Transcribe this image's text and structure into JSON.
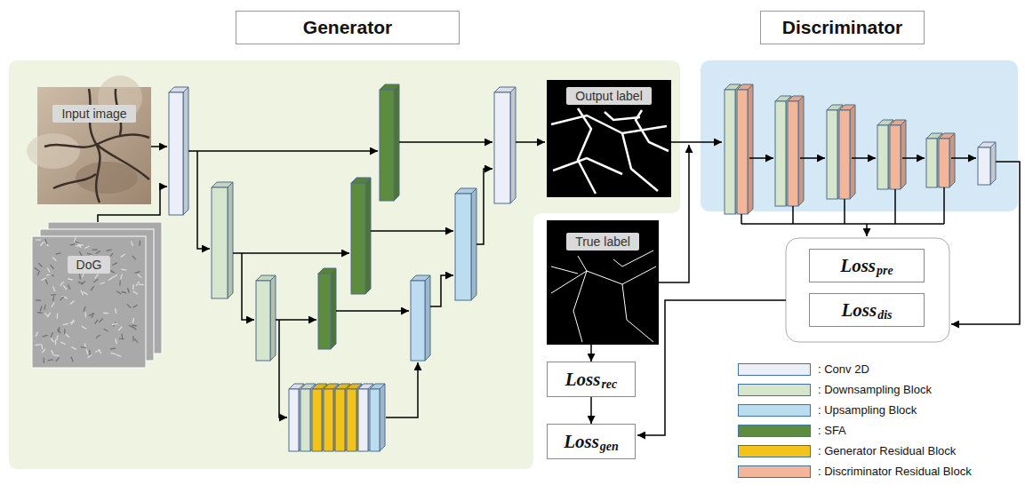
{
  "diagram": {
    "nodes": [
      {
        "text": [
          "Generator"
        ]
      },
      {
        "text": [
          "Discriminator"
        ]
      },
      {
        "text": [
          "Input image"
        ]
      },
      {
        "text": [
          "DoG"
        ]
      },
      {
        "text": [
          "Output label"
        ]
      },
      {
        "text": [
          "True label"
        ]
      },
      {
        "text": [
          "Loss",
          "rec"
        ]
      },
      {
        "text": [
          "Loss",
          "gen"
        ]
      },
      {
        "text": [
          "Loss",
          "pre"
        ]
      },
      {
        "text": [
          "Loss",
          "dis"
        ]
      }
    ],
    "edges": [
      {
        "from": 5,
        "to": 6,
        "arrow": "to"
      },
      {
        "from": 6,
        "to": 7,
        "arrow": "to"
      }
    ],
    "legend": [
      {
        "text": ": Conv 2D",
        "color": "#eceef8"
      },
      {
        "text": ": Downsampling Block",
        "color": "#d6e6cc"
      },
      {
        "text": ": Upsampling Block",
        "color": "#bcdcf0"
      },
      {
        "text": ": SFA",
        "color": "#5e8c3e"
      },
      {
        "text": ": Generator Residual Block",
        "color": "#f2c318"
      },
      {
        "text": ": Discriminator Residual Block",
        "color": "#f3b699"
      }
    ]
  }
}
